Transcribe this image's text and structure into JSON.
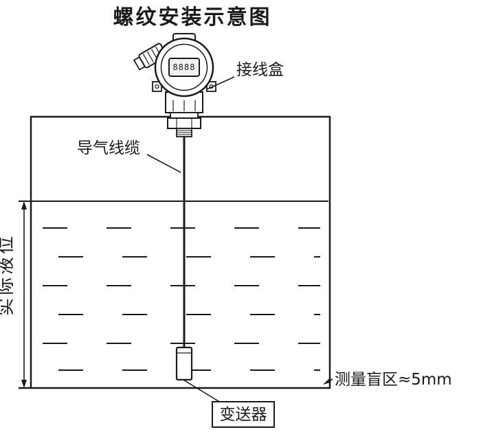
{
  "title": "螺纹安装示意图",
  "labels": {
    "junction_box": "接线盒",
    "air_cable": "导气线缆",
    "actual_level": "实际液位",
    "blind_zone": "测量盲区≈5mm",
    "transmitter": "变送器"
  },
  "device": {
    "display_value": "8888"
  },
  "colors": {
    "line": "#1a1a1a",
    "background": "#ffffff"
  }
}
